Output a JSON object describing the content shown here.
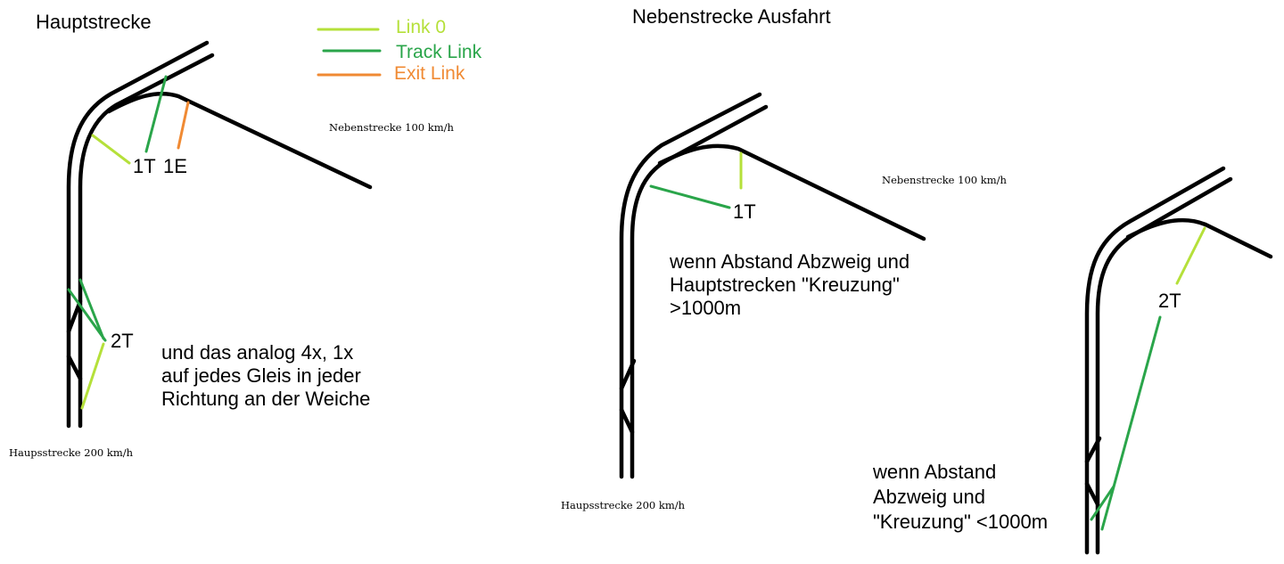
{
  "colors": {
    "track": "#000000",
    "link0": "#b5e03a",
    "track_link": "#2aa54a",
    "exit_link": "#f08a33",
    "background": "#ffffff"
  },
  "legend": {
    "link0": "Link 0",
    "track_link": "Track Link",
    "exit_link": "Exit Link"
  },
  "panel_left": {
    "title": "Hauptstrecke",
    "label_1t": "1T",
    "label_1e": "1E",
    "label_2t": "2T",
    "side_speed": "Nebenstrecke 100 km/h",
    "main_speed": "Haupsstrecke 200 km/h",
    "note": [
      "und das analog 4x, 1x",
      "auf jedes Gleis in jeder",
      "Richtung an der Weiche"
    ]
  },
  "panel_middle": {
    "title": "Nebenstrecke Ausfahrt",
    "label_1t": "1T",
    "side_speed": "Nebenstrecke 100 km/h",
    "main_speed": "Haupsstrecke 200 km/h",
    "note": [
      "wenn Abstand Abzweig und",
      "Hauptstrecken \"Kreuzung\"",
      ">1000m"
    ]
  },
  "panel_right": {
    "label_2t": "2T",
    "note": [
      "wenn Abstand",
      "Abzweig und",
      "\"Kreuzung\" <1000m"
    ]
  }
}
